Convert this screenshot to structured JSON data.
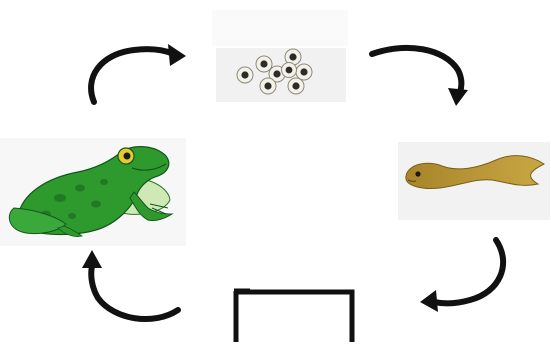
{
  "diagram": {
    "stages": [
      {
        "name": "eggs",
        "icon": "frog-eggs-icon"
      },
      {
        "name": "tadpole",
        "icon": "tadpole-icon"
      },
      {
        "name": "missing-stage",
        "icon": "empty-box-icon"
      },
      {
        "name": "adult-frog",
        "icon": "frog-icon"
      }
    ],
    "colors": {
      "arrow": "#111111",
      "frog_body": "#2e9a2e",
      "frog_dark": "#1f7a22",
      "tadpole_body": "#b8952e",
      "egg_white": "#f4f1e6",
      "egg_center": "#2b2b2b"
    }
  }
}
